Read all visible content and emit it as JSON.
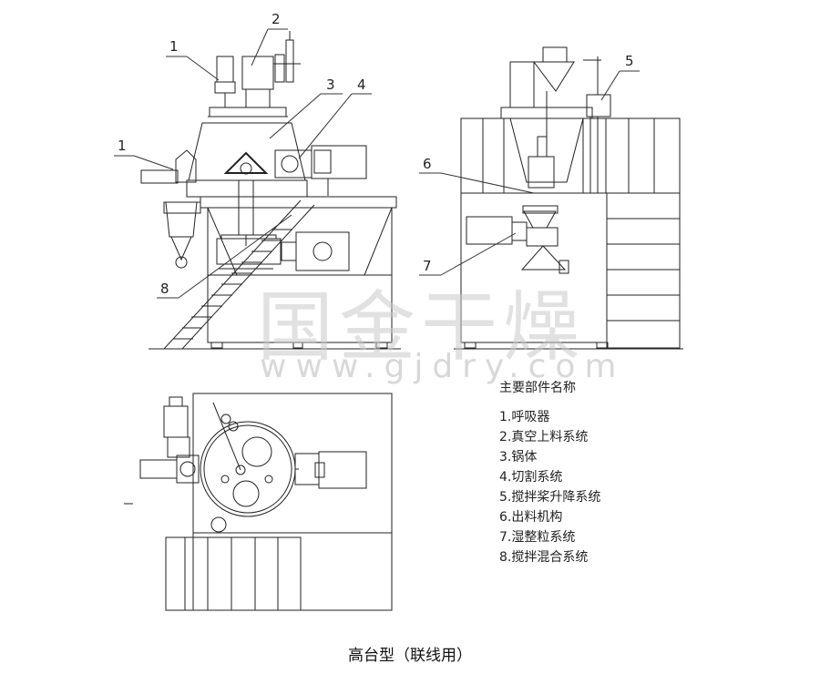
{
  "watermark": {
    "text": "国金干燥",
    "url": "www.gjdry.com"
  },
  "callouts": [
    "1",
    "2",
    "3",
    "4",
    "1",
    "5",
    "6",
    "7",
    "8"
  ],
  "legend": {
    "title": "主要部件名称",
    "items": [
      "1.呼吸器",
      "2.真空上料系统",
      "3.锅体",
      "4.切割系统",
      "5.搅拌桨升降系统",
      "6.出料机构",
      "7.湿整粒系统",
      "8.搅拌混合系统"
    ]
  },
  "caption": "高台型（联线用）"
}
